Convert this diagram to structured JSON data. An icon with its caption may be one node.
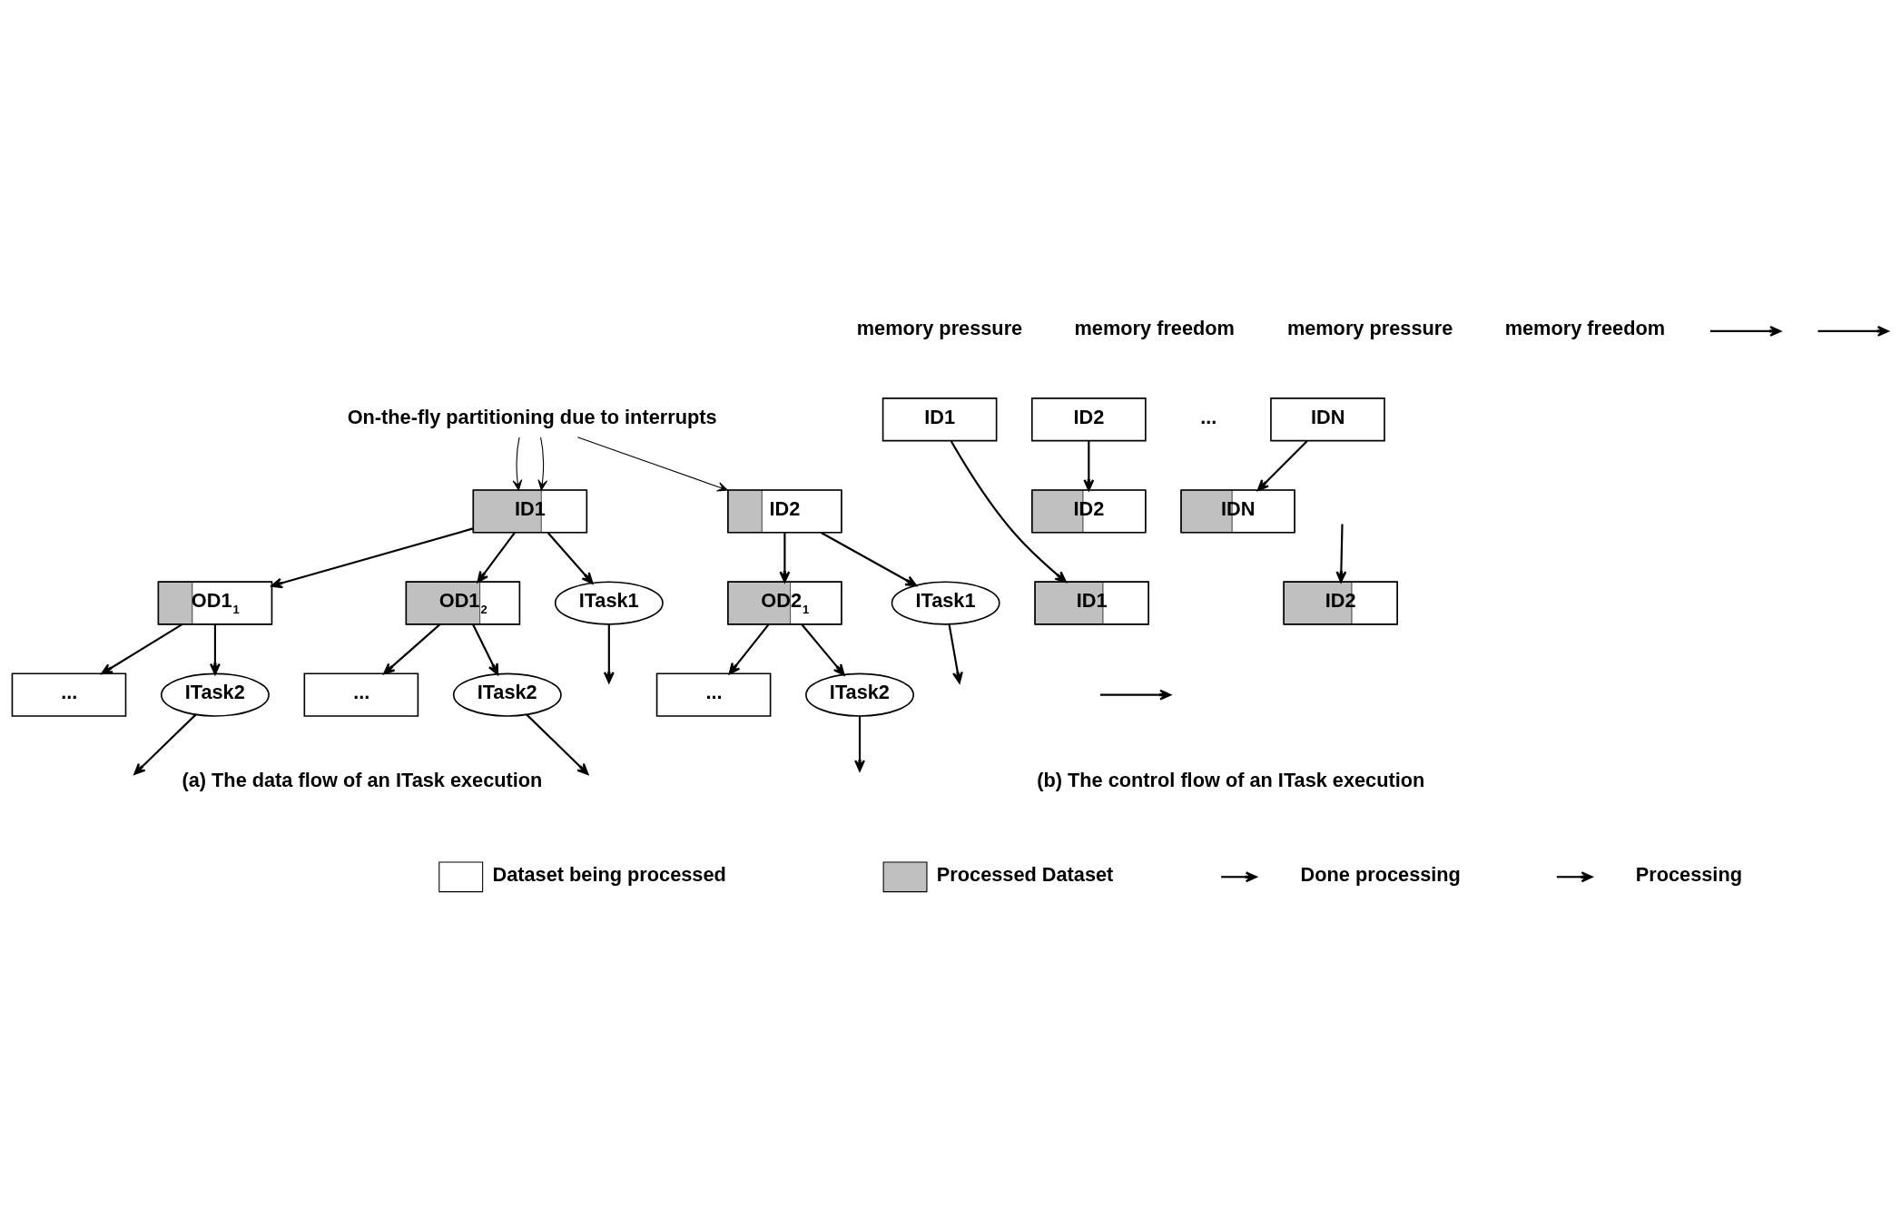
{
  "diagram": {
    "nodes": [
      {
        "text": [
          "On-the-fly partitioning due to interrupts"
        ]
      },
      {
        "text": [
          "ID1"
        ]
      },
      {
        "text": [
          "ID2"
        ]
      },
      {
        "text": [
          "ITask1"
        ]
      },
      {
        "text": [
          "ITask1"
        ]
      },
      {
        "text": [
          "OD1$_{1}$"
        ]
      },
      {
        "text": [
          "OD1$_{2}$"
        ]
      },
      {
        "text": [
          "OD2$_{1}$"
        ]
      },
      {
        "text": [
          "ITask2"
        ]
      },
      {
        "text": [
          "ITask2"
        ]
      },
      {
        "text": [
          "ITask2"
        ]
      },
      {
        "text": [
          "..."
        ]
      },
      {
        "text": [
          "..."
        ]
      },
      {
        "text": [
          "..."
        ]
      },
      {
        "text": [
          "ID1"
        ]
      },
      {
        "text": [
          "ID2"
        ]
      },
      {
        "text": [
          "IDN"
        ]
      },
      {
        "text": [
          "ID2"
        ]
      },
      {
        "text": [
          "IDN"
        ]
      },
      {
        "text": [
          "ID1"
        ]
      },
      {
        "text": [
          "ID2"
        ]
      }
    ],
    "edges": [
      {
        "from": 0,
        "to": 1,
        "arrow": "to"
      },
      {
        "from": 0,
        "to": 1,
        "arrow": "to"
      },
      {
        "from": 0,
        "to": 2,
        "arrow": "to"
      },
      {
        "from": 1,
        "to": 5,
        "arrow": "to"
      },
      {
        "from": 1,
        "to": 6,
        "arrow": "to"
      },
      {
        "from": 1,
        "to": 3,
        "arrow": "to"
      },
      {
        "from": 2,
        "to": 7,
        "arrow": "to"
      },
      {
        "from": 2,
        "to": 4,
        "arrow": "to"
      },
      {
        "from": 3,
        "to": null,
        "arrow": "to"
      },
      {
        "from": 4,
        "to": null,
        "arrow": "to"
      },
      {
        "from": 5,
        "to": 11,
        "arrow": "to"
      },
      {
        "from": 5,
        "to": 8,
        "arrow": "to"
      },
      {
        "from": 6,
        "to": 12,
        "arrow": "to"
      },
      {
        "from": 6,
        "to": 9,
        "arrow": "to"
      },
      {
        "from": 7,
        "to": 13,
        "arrow": "to"
      },
      {
        "from": 7,
        "to": 10,
        "arrow": "to"
      },
      {
        "from": 8,
        "to": null,
        "arrow": "to"
      },
      {
        "from": 9,
        "to": null,
        "arrow": "to"
      },
      {
        "from": 10,
        "to": null,
        "arrow": "to"
      },
      {
        "from": 14,
        "to": 19,
        "arrow": "to"
      },
      {
        "from": 15,
        "to": 17,
        "arrow": "to"
      },
      {
        "from": null,
        "to": 20,
        "arrow": "to"
      },
      {
        "from": 16,
        "to": 18,
        "arrow": "to"
      }
    ],
    "labels": [
      "memory pressure",
      "memory freedom",
      "memory pressure",
      "memory freedom",
      "...",
      "(a) The data flow of an ITask execution",
      "(b) The control flow of an ITask execution"
    ],
    "legend": [
      {
        "text": "Dataset being processed",
        "color": "#ffffff"
      },
      {
        "text": "Processed Dataset",
        "color": "#c0c0c0"
      },
      {
        "text": "Done processing"
      },
      {
        "text": "Processing"
      }
    ]
  }
}
